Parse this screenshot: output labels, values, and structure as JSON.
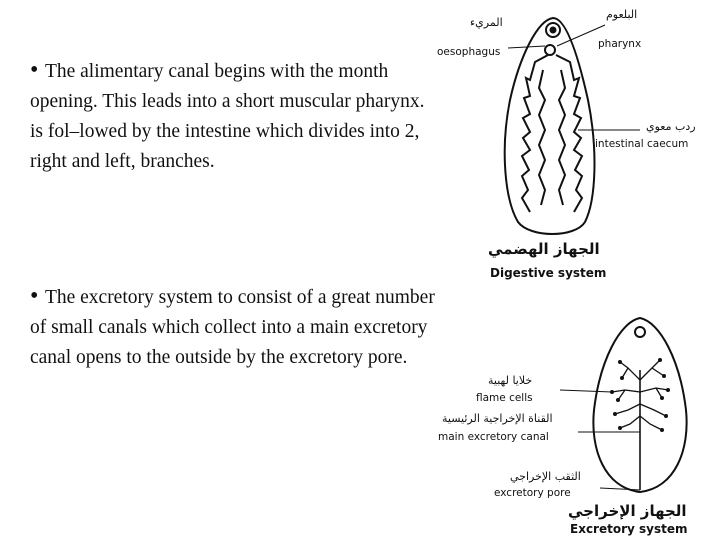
{
  "text": {
    "bullet_symbol": "•",
    "paragraph_1": "The alimentary canal begins with the month opening. This leads into a short muscular pharynx. is fol–lowed by the intestine which divides into 2, right and left, branches.",
    "paragraph_2": "The excretory system to consist of a great number of small canals which collect into a main excretory canal opens to the outside by the excretory pore."
  },
  "digestive_figure": {
    "label_oesophagus": "oesophagus",
    "label_oesophagus_ar": "المريء",
    "label_pharynx": "pharynx",
    "label_pharynx_ar": "البلعوم",
    "label_caecum": "intestinal caecum",
    "label_caecum_ar": "ردب معوي",
    "caption_en": "Digestive system",
    "caption_ar": "الجهاز الهضمي"
  },
  "excretory_figure": {
    "label_flame": "flame cells",
    "label_flame_ar": "خلايا لهبية",
    "label_canal": "main excretory canal",
    "label_canal_ar": "القناة الإخراجية الرئيسية",
    "label_pore": "excretory pore",
    "label_pore_ar": "الثقب الإخراجي",
    "caption_en": "Excretory system",
    "caption_ar": "الجهاز الإخراجي"
  }
}
